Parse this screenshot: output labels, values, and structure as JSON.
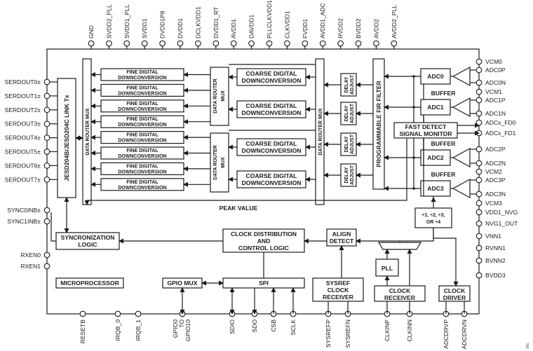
{
  "top_pins": [
    "GND",
    "SVDD2_PLL",
    "SVDD1_PLL",
    "SVDD1",
    "DVDD1P8",
    "DVDD1",
    "DCLKVDD1",
    "DVDD1_RT",
    "AVDD1",
    "DAVDD1",
    "PLLCLKVDD1",
    "CLKVDD1",
    "FVDD1",
    "AVDD1_ADC",
    "RVDD2",
    "BVDD2",
    "AVDD2",
    "AVDD2_PLL"
  ],
  "left_pins": [
    "SERDOUT0±",
    "SERDOUT1±",
    "SERDOUT2±",
    "SERDOUT3±",
    "SERDOUT4±",
    "SERDOUT5±",
    "SERDOUT6±",
    "SERDOUT7±",
    "SYNC0INB±",
    "SYNC1INB±",
    "RXEN0",
    "RXEN1"
  ],
  "right_pins": [
    "VCM0",
    "ADC0P",
    "ADC0N",
    "VCM1",
    "ADC1P",
    "ADC1N",
    "ADCx_FD0",
    "ADCx_FD1",
    "ADC2P",
    "ADC2N",
    "VCM2",
    "ADC3P",
    "ADC3N",
    "VCM3",
    "VDD1_NVG",
    "NVG1_OUT",
    "VNN1",
    "RVNN1",
    "BVNN2",
    "BVDD3"
  ],
  "bottom_pins": [
    "RESETB",
    "IRQB_0",
    "IRQB_1",
    "GPIO0\nTO\nGPIO10",
    "SDIO",
    "SDO",
    "CSB",
    "SCLK",
    "SYSREFP",
    "SYSREFN",
    "CLKINP",
    "CLKINN",
    "ADCDRVP",
    "ADCDRVN"
  ],
  "blocks": {
    "jesd": "JESD204B/JESD204C LINK Tx",
    "data_router_mux": "DATA ROUTER MUX",
    "fine_ddc": [
      "FINE DIGITAL",
      "DOWNCONVERSION"
    ],
    "inner_mux": [
      "DATA ROUTER",
      "MUX"
    ],
    "coarse_ddc": [
      "COARSE DIGITAL",
      "DOWNCONVERSION"
    ],
    "delay_adjust": [
      "DELAY",
      "ADJUST"
    ],
    "fir": "PROGRAMMABLE FIR FILTER",
    "adcs": [
      "ADC0",
      "ADC1",
      "ADC2",
      "ADC3"
    ],
    "buffer": "BUFFER",
    "fast_detect": [
      "FAST DETECT",
      "SIGNAL MONITOR"
    ],
    "peak_value": "PEAK VALUE",
    "divider": [
      "÷1, ÷2, ÷3,",
      "OR ÷4"
    ],
    "sync_logic": [
      "SYNCRONIZATION",
      "LOGIC"
    ],
    "clock_dist": [
      "CLOCK DISTRIBUTION",
      "AND",
      "CONTROL LOGIC"
    ],
    "align": [
      "ALIGN",
      "DETECT"
    ],
    "pll": "PLL",
    "microprocessor": "MICROPROCESSOR",
    "gpio_mux": "GPIO MUX",
    "spi": "SPI",
    "sysref_rx": [
      "SYSREF",
      "CLOCK",
      "RECEIVER"
    ],
    "clock_rx": [
      "CLOCK",
      "RECEIVER"
    ],
    "clock_drv": [
      "CLOCK",
      "DRIVER"
    ]
  },
  "figure_id": "001"
}
